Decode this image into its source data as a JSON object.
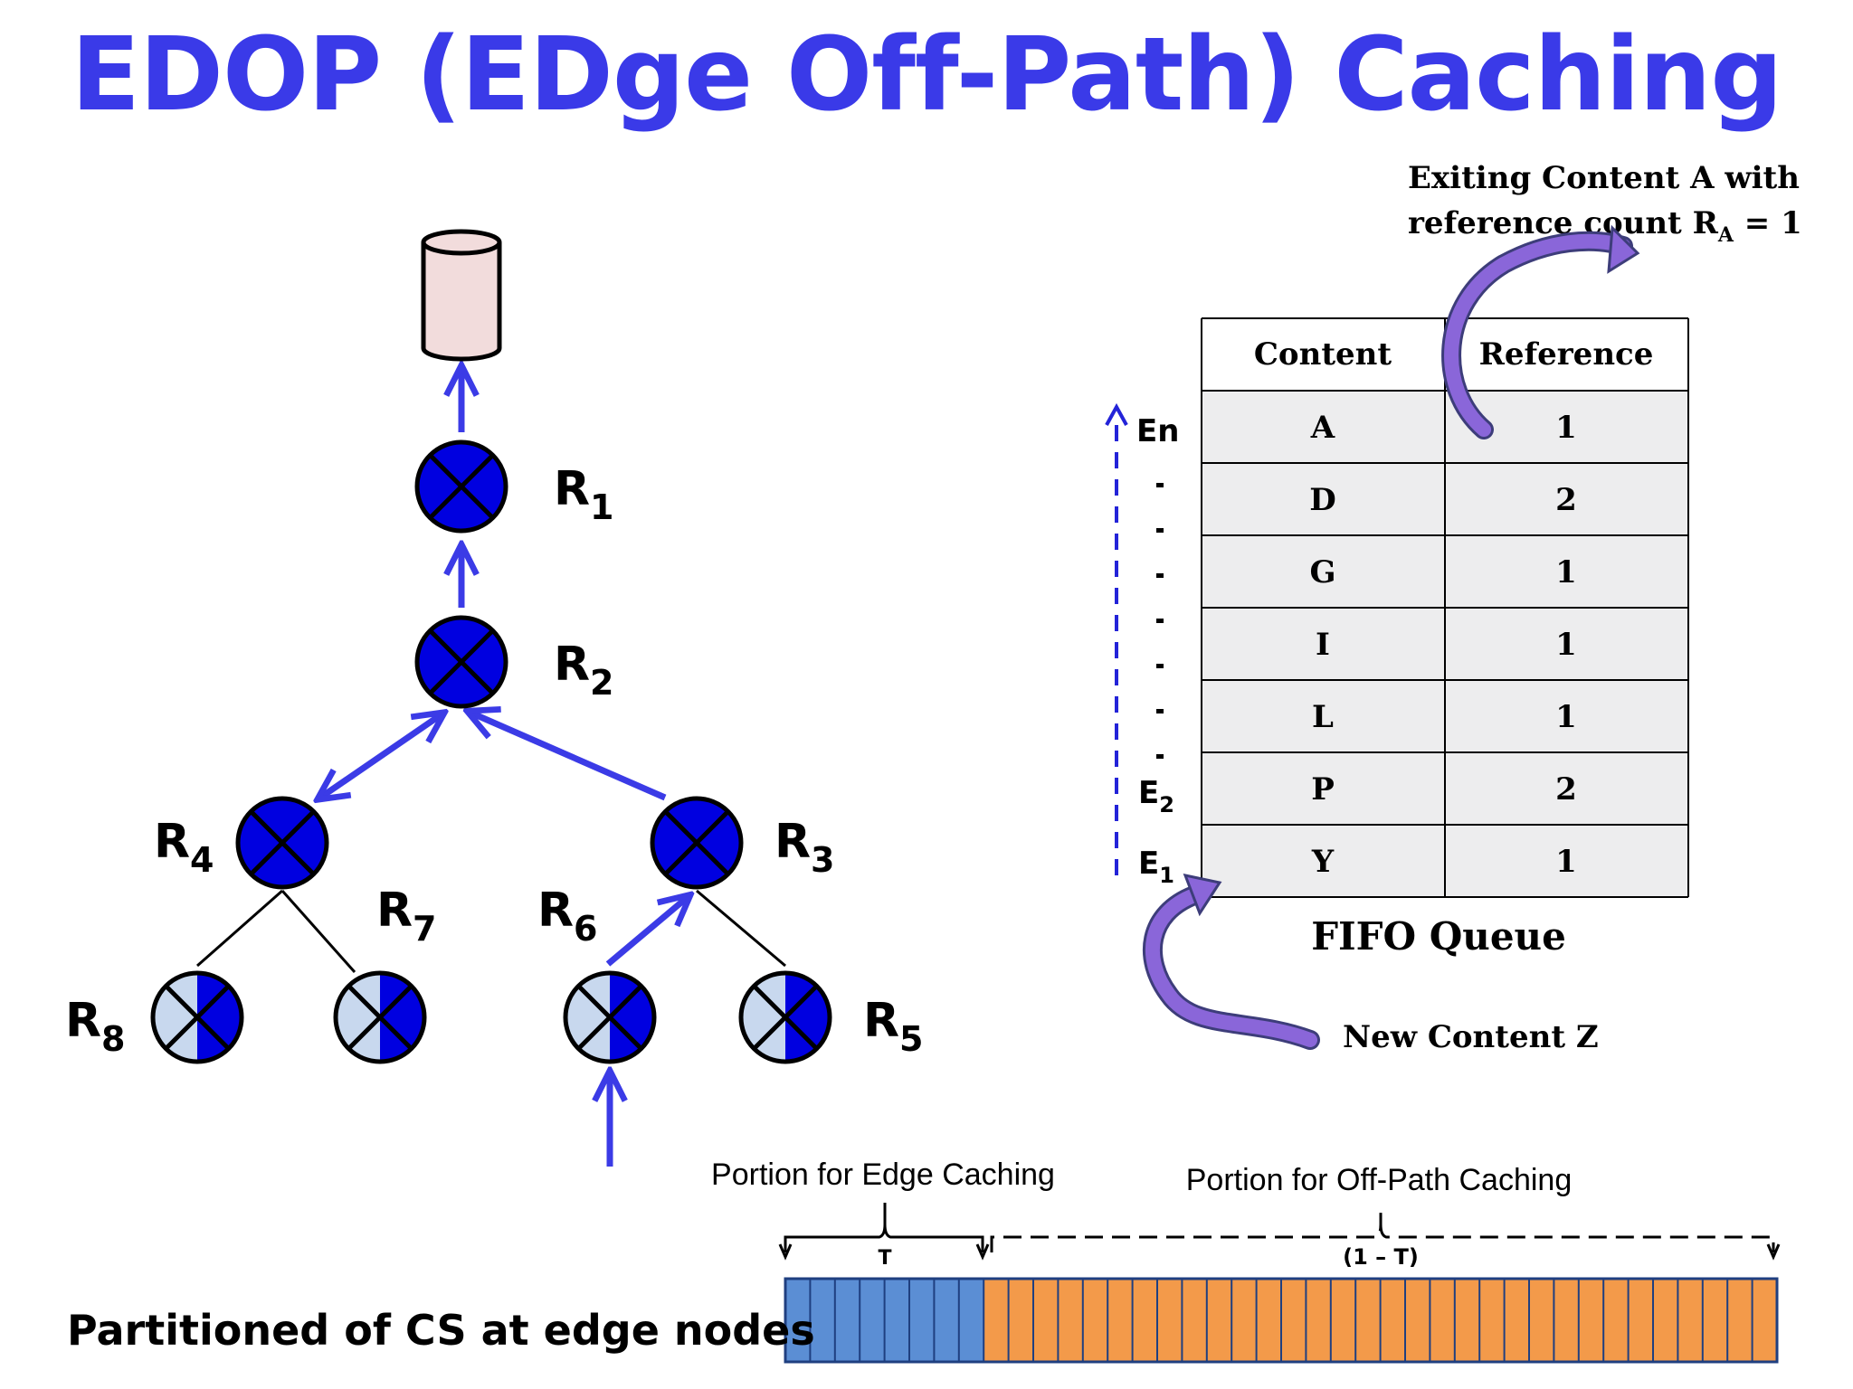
{
  "title": "EDOP (EDge Off-Path) Caching",
  "colors": {
    "title": "#3a3ae8",
    "node": "#0000e0",
    "node_light": "#c8d8ee",
    "arrow": "#3b3be6",
    "server_fill": "#f2dcdc",
    "table_fill": "#ededee",
    "edge_portion": "#5b8ed4",
    "offpath_portion": "#f39a4a",
    "curved_arrow": "#8a66d9"
  },
  "nodes": {
    "r1": {
      "label": "R",
      "sub": "1"
    },
    "r2": {
      "label": "R",
      "sub": "2"
    },
    "r3": {
      "label": "R",
      "sub": "3"
    },
    "r4": {
      "label": "R",
      "sub": "4"
    },
    "r5": {
      "label": "R",
      "sub": "5"
    },
    "r6": {
      "label": "R",
      "sub": "6"
    },
    "r7": {
      "label": "R",
      "sub": "7"
    },
    "r8": {
      "label": "R",
      "sub": "8"
    }
  },
  "table": {
    "headers": [
      "Content",
      "Reference"
    ],
    "rows": [
      {
        "content": "A",
        "ref": "1"
      },
      {
        "content": "D",
        "ref": "2"
      },
      {
        "content": "G",
        "ref": "1"
      },
      {
        "content": "I",
        "ref": "1"
      },
      {
        "content": "L",
        "ref": "1"
      },
      {
        "content": "P",
        "ref": "2"
      },
      {
        "content": "Y",
        "ref": "1"
      }
    ],
    "caption": "FIFO Queue"
  },
  "queue_side": {
    "top": "En",
    "e2": "E",
    "e2_sub": "2",
    "e1": "E",
    "e1_sub": "1"
  },
  "exiting_note": {
    "line1": "Exiting Content A with",
    "line2_prefix": "reference count R",
    "line2_sub": "A",
    "line2_suffix": " = 1"
  },
  "new_content": "New Content Z",
  "partition": {
    "edge_label": "Portion for Edge Caching",
    "offpath_label": "Portion for Off-Path Caching",
    "edge_fraction": "T",
    "offpath_fraction": "(1 – T)",
    "caption": "Partitioned of CS at edge nodes"
  }
}
